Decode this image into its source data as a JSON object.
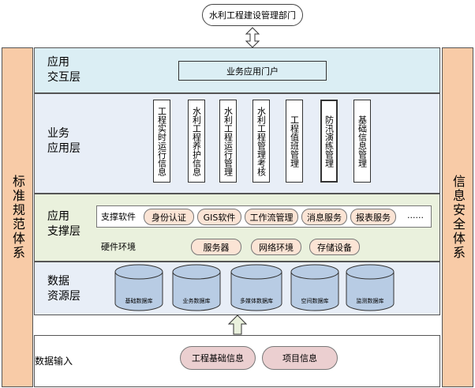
{
  "top_node": "水利工程建设管理部门",
  "left_side": "标准规范体系",
  "right_side": "信息安全体系",
  "layers": {
    "interaction": {
      "title_line1": "应用",
      "title_line2": "交互层",
      "portal": "业务应用门户"
    },
    "business": {
      "title_line1": "业务",
      "title_line2": "应用层",
      "modules": [
        "工程实时运行信息",
        "水利工程养护信息",
        "水利工程运行管理",
        "水利工程管理考核",
        "工程值班管理",
        "防汛演练管理",
        "基础信息管理"
      ]
    },
    "support": {
      "title_line1": "应用",
      "title_line2": "支撑层",
      "software_label": "支撑软件",
      "software": [
        "身份认证",
        "GIS软件",
        "工作流管理",
        "消息服务",
        "报表服务"
      ],
      "ellipsis": "......",
      "hardware_label": "硬件环境",
      "hardware": [
        "服务器",
        "网络环境",
        "存储设备"
      ]
    },
    "data": {
      "title_line1": "数据",
      "title_line2": "资源层",
      "databases": [
        "基础数据库",
        "业务数据库",
        "多媒体数据库",
        "空间数据库",
        "监测数据库"
      ]
    },
    "input": {
      "title": "数据输入",
      "items": [
        "工程基础信息",
        "项目信息"
      ]
    }
  },
  "colors": {
    "side_fill": "#f8cba7",
    "layer_fill": "#dbeef4",
    "layer_fill_alt": "#e8eef7",
    "support_fill": "#eaf1dd",
    "db_fill": "#b8cce4",
    "pill_fill": "#fbe4d5"
  }
}
